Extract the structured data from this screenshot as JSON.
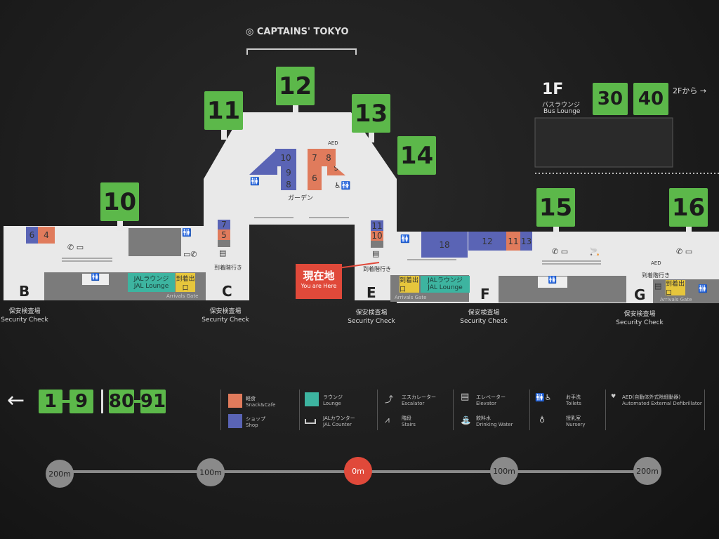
{
  "header": {
    "brand": "CAPTAINS' TOKYO"
  },
  "gates": {
    "g10": "10",
    "g11": "11",
    "g12": "12",
    "g13": "13",
    "g14": "14",
    "g15": "15",
    "g16": "16"
  },
  "bus_lounge": {
    "floor": "1F",
    "jp": "バスラウンジ",
    "en": "Bus Lounge",
    "gate_from": "30",
    "gate_to": "40",
    "from_2f": "2Fから →"
  },
  "center": {
    "garden": "ガーデン",
    "shops": [
      "10",
      "9",
      "8",
      "7",
      "8",
      "9",
      "6"
    ]
  },
  "concourse_left": {
    "shops": [
      "6",
      "4"
    ],
    "c_shops": [
      "7",
      "5"
    ]
  },
  "concourse_right": {
    "shops": [
      "11",
      "10",
      "18",
      "12",
      "11",
      "13"
    ]
  },
  "areas": {
    "B": "B",
    "C": "C",
    "E": "E",
    "F": "F",
    "G": "G"
  },
  "labels": {
    "jal_lounge_jp": "JALラウンジ",
    "jal_lounge_en": "JAL Lounge",
    "arrivals_exit": "到着出口",
    "arrivals_gate": "Arrivals Gate",
    "to_arrivals": "到着階行き",
    "security_jp": "保安検査場",
    "security_en": "Security Check",
    "aed": "AED"
  },
  "you_are_here": {
    "jp": "現在地",
    "en": "You are Here",
    "color": "#e0493a"
  },
  "nav": {
    "arrow": "←",
    "range1_from": "1",
    "range1_to": "9",
    "range2_from": "80",
    "range2_to": "91"
  },
  "legend": [
    {
      "jp": "軽食",
      "en": "Snack&Cafe",
      "color": "#e07b5c"
    },
    {
      "jp": "ショップ",
      "en": "Shop",
      "color": "#5a64b5"
    },
    {
      "jp": "ラウンジ",
      "en": "Lounge",
      "color": "#3db4a0"
    },
    {
      "jp": "JALカウンター",
      "en": "JAL Counter"
    },
    {
      "jp": "エスカレーター",
      "en": "Escalator"
    },
    {
      "jp": "階段",
      "en": "Stairs"
    },
    {
      "jp": "エレベーター",
      "en": "Elevator"
    },
    {
      "jp": "飲料水",
      "en": "Drinking Water"
    },
    {
      "jp": "お手洗",
      "en": "Toilets"
    },
    {
      "jp": "授乳室",
      "en": "Nursery"
    },
    {
      "jp": "AED(自動体外式除細動器)",
      "en": "Automated External Defibrillator"
    }
  ],
  "scale": [
    "200m",
    "100m",
    "0m",
    "100m",
    "200m"
  ]
}
